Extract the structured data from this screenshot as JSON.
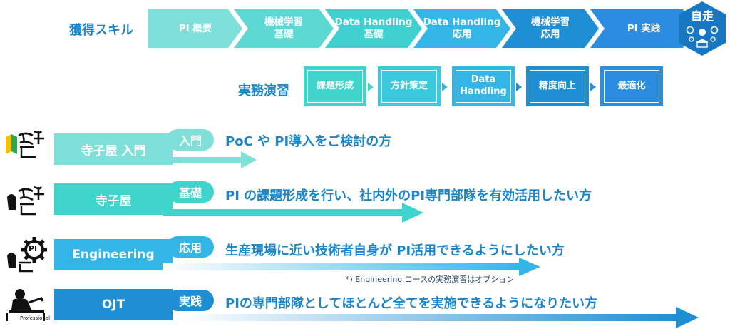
{
  "skills": {
    "label": "獲得スキル",
    "steps": [
      {
        "text": "PI 概要"
      },
      {
        "text": "機械学習\n基礎"
      },
      {
        "text": "Data Handling\n基礎"
      },
      {
        "text": "Data Handling\n応用"
      },
      {
        "text": "機械学習\n応用"
      },
      {
        "text": "PI 実践"
      }
    ],
    "goal_label": "自走"
  },
  "practice": {
    "label": "実務演習",
    "tasks": [
      {
        "text": "課題形成"
      },
      {
        "text": "方針策定"
      },
      {
        "text": "Data\nHandling"
      },
      {
        "text": "精度向上"
      },
      {
        "text": "最適化"
      }
    ]
  },
  "courses": [
    {
      "name": "寺子屋 入門",
      "level": "入門",
      "description": "PoC や PI導入をご検討の方",
      "logo_text": "寺子屋"
    },
    {
      "name": "寺子屋",
      "level": "基礎",
      "description": "PI の課題形成を行い、社内外のPI専門部隊を有効活用したい方",
      "logo_text": "寺子屋"
    },
    {
      "name": "Engineering",
      "level": "応用",
      "description": "生産現場に近い技術者自身が PI活用できるようにしたい方",
      "logo_text": "PI"
    },
    {
      "name": "OJT",
      "level": "実践",
      "description": "PIの専門部隊としてほとんど全てを実施できるようになりたい方",
      "logo_text": "Professional"
    }
  ],
  "note": "*) Engineering コースの実務演習はオプション",
  "colors": {
    "label_blue": "#1a86c9",
    "teal_light": "#7fe0da",
    "teal": "#3fd4cc",
    "sky": "#33b6e6",
    "blue": "#1e8fd4",
    "deep_blue": "#1877c0"
  }
}
